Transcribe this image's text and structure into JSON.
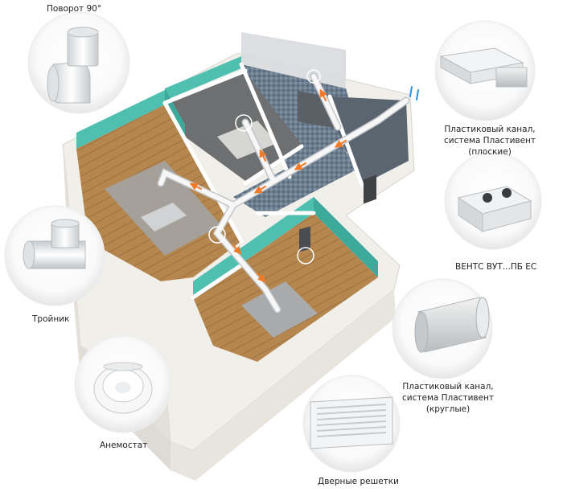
{
  "labels": {
    "turn90": "Поворот 90°",
    "tee": "Тройник",
    "anemostat": "Анемостат",
    "flat_channel": [
      "Пластиковый канал,",
      "система Пластивент",
      "(плоские)"
    ],
    "unit": "ВЕНТС ВУТ...ПБ ЕС",
    "round_channel": [
      "Пластиковый канал,",
      "система Пластивент",
      "(круглые)"
    ],
    "door_grilles": "Дверные решетки"
  },
  "colors": {
    "wall_outer": "#f3f1ec",
    "wall_inner": "#4fbfb0",
    "wall_grey": "#d9dcdf",
    "floor_wood": "#b88a55",
    "floor_tile": "#6d7f90",
    "duct": "#f4f4f4",
    "arrow_warm": "#f07a28",
    "arrow_cold": "#2f8fd8"
  },
  "icons": {
    "turn90": "duct-elbow-icon",
    "tee": "duct-tee-icon",
    "anemostat": "anemostat-icon",
    "flat_channel": "flat-duct-icon",
    "unit": "ventilation-unit-icon",
    "round_channel": "round-duct-icon",
    "door_grilles": "door-grille-icon"
  }
}
